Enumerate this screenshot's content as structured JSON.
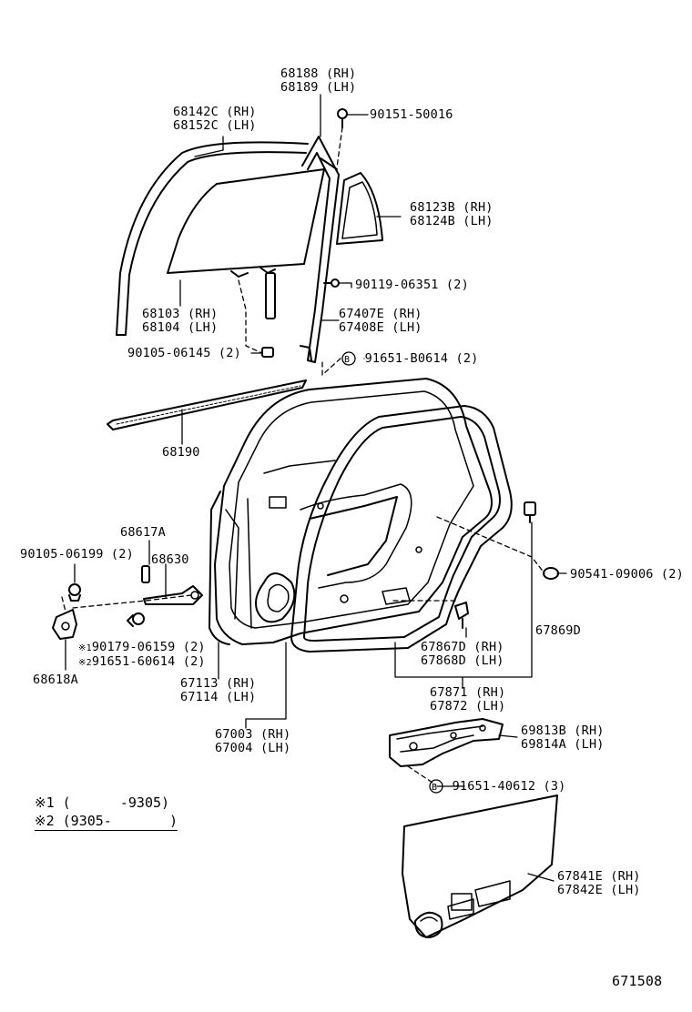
{
  "parts": {
    "p68188": {
      "rh": "68188 (RH)",
      "lh": "68189 (LH)"
    },
    "p68142": {
      "rh": "68142C (RH)",
      "lh": "68152C (LH)"
    },
    "p90151": {
      "label": "90151-50016"
    },
    "p68123": {
      "rh": "68123B (RH)",
      "lh": "68124B (LH)"
    },
    "p90119": {
      "label": "90119-06351 (2)"
    },
    "p68103": {
      "rh": "68103 (RH)",
      "lh": "68104 (LH)"
    },
    "p67407": {
      "rh": "67407E (RH)",
      "lh": "67408E (LH)"
    },
    "p90105a": {
      "label": "90105-06145 (2)"
    },
    "p91651b": {
      "mark": "B",
      "label": "91651-B0614 (2)"
    },
    "p68190": {
      "label": "68190"
    },
    "p68617": {
      "label": "68617A"
    },
    "p90105b": {
      "label": "90105-06199 (2)"
    },
    "p68630": {
      "label": "68630"
    },
    "p90179": {
      "mark": "※1",
      "label": "90179-06159 (2)"
    },
    "p91651c": {
      "mark": "※2",
      "label": "91651-60614 (2)"
    },
    "p68618": {
      "label": "68618A"
    },
    "p67113": {
      "rh": "67113 (RH)",
      "lh": "67114 (LH)"
    },
    "p67003": {
      "rh": "67003 (RH)",
      "lh": "67004 (LH)"
    },
    "p90541": {
      "label": "90541-09006 (2)"
    },
    "p67869": {
      "label": "67869D"
    },
    "p67867": {
      "rh": "67867D (RH)",
      "lh": "67868D (LH)"
    },
    "p67871": {
      "rh": "67871 (RH)",
      "lh": "67872 (LH)"
    },
    "p69813": {
      "rh": "69813B (RH)",
      "lh": "69814A (LH)"
    },
    "p91651d": {
      "mark": "B",
      "label": "91651-40612 (3)"
    },
    "p67841": {
      "rh": "67841E (RH)",
      "lh": "67842E (LH)"
    }
  },
  "notes": {
    "n1": "※1 (      -9305)",
    "n2": "※2 (9305-       )"
  },
  "figure_number": "671508"
}
